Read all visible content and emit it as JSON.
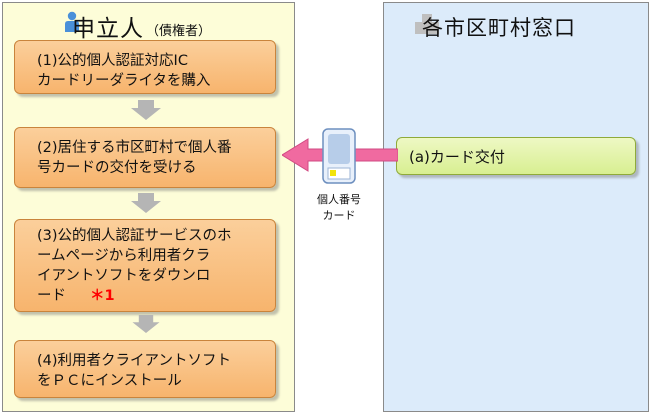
{
  "applicant_panel": {
    "title": "申立人",
    "subtitle": "（債権者）",
    "steps": [
      {
        "lines": [
          "(1)公的個人認証対応IC",
          "カードリーダライタを購入"
        ]
      },
      {
        "lines": [
          "(2)居住する市区町村で個人番",
          "号カードの交付を受ける"
        ]
      },
      {
        "lines": [
          "(3)公的個人認証サービスのホ",
          "ームページから利用者クラ",
          "イアントソフトをダウンロ",
          "ード"
        ],
        "note_mark": "＊1"
      },
      {
        "lines": [
          "(4)利用者クライアントソフト",
          "をＰＣにインストール"
        ]
      }
    ]
  },
  "municipal_panel": {
    "title": "各市区町村窓口",
    "action": "(a)カード交付"
  },
  "card": {
    "caption_lines": [
      "個人番号",
      "カード"
    ]
  },
  "colors": {
    "step_fill": "#f7b46d",
    "arrow_pink": "#f06aa0",
    "applicant_bg": "#fdfdd8",
    "municipal_bg": "#dcebfa",
    "action_fill": "#d8ef91",
    "note_red": "#ff0000"
  },
  "icons": [
    "person-icon",
    "building-icon",
    "card-icon"
  ]
}
